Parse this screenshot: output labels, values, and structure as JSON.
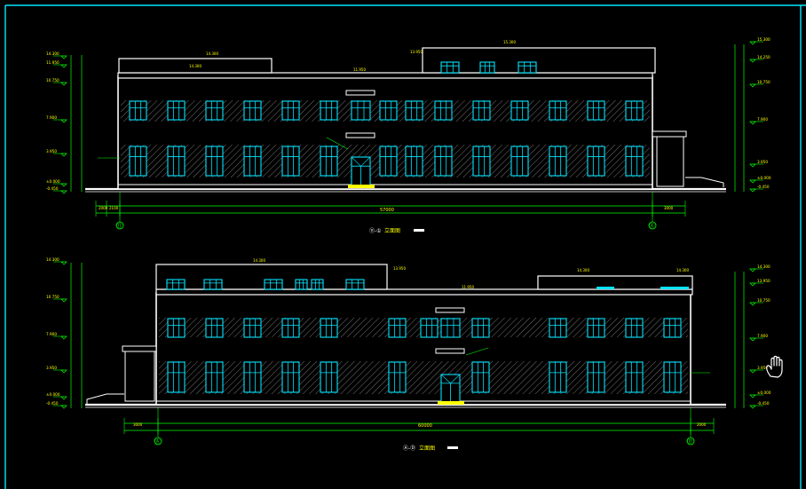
{
  "drawing": {
    "elevation_1": {
      "title_prefix": "⑪-①",
      "title": "立面图",
      "grid_left": "⑪",
      "grid_right": "Ⓐ",
      "levels_left": [
        "14.300",
        "11.950",
        "10.750",
        "7.900",
        "3.950",
        "±0.000",
        "-0.450"
      ],
      "levels_right": [
        "15.300",
        "14.250",
        "10.750",
        "7.900",
        "3.950",
        "±0.000",
        "-0.450"
      ],
      "roof_labels": [
        "14.300",
        "14.300",
        "11.950",
        "15.300",
        "13.950"
      ],
      "overall_dim": "57000",
      "side_dims": [
        "2000",
        "2100",
        "3000"
      ]
    },
    "elevation_2": {
      "title_prefix": "Ⓐ-Ⓓ",
      "title": "立面图",
      "grid_left": "Ⓐ",
      "grid_right": "Ⓓ",
      "levels_left": [
        "14.300",
        "10.750",
        "7.900",
        "3.950",
        "±0.000",
        "-0.450"
      ],
      "levels_right": [
        "14.300",
        "13.950",
        "10.750",
        "7.900",
        "3.950",
        "±0.000",
        "-0.450"
      ],
      "roof_labels": [
        "14.300",
        "13.950",
        "11.950",
        "14.300",
        "14.300"
      ],
      "overall_dim": "60000",
      "side_dims": [
        "3000",
        "2000"
      ]
    },
    "colors": {
      "background": "#000000",
      "frame": "#00e5ff",
      "building": "#ffffff",
      "windows": "#00e5ff",
      "dimensions": "#00ff00",
      "text": "#ffff00",
      "hatch": "#9a9a9a"
    }
  },
  "cursor": {
    "icon": "hand-pan-icon"
  }
}
